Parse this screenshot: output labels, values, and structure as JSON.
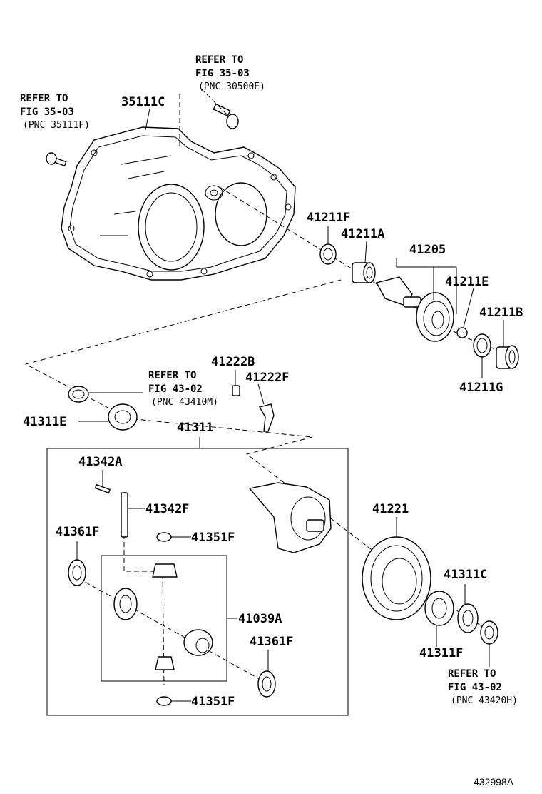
{
  "labels": {
    "p35111C": "35111C",
    "p41211F": "41211F",
    "p41211A": "41211A",
    "p41205": "41205",
    "p41211E": "41211E",
    "p41211B": "41211B",
    "p41211G": "41211G",
    "p41222B": "41222B",
    "p41222F": "41222F",
    "p41311E": "41311E",
    "p41311": "41311",
    "p41342A": "41342A",
    "p41342F": "41342F",
    "p41361F_a": "41361F",
    "p41351F_a": "41351F",
    "p41039A": "41039A",
    "p41361F_b": "41361F",
    "p41351F_b": "41351F",
    "p41221": "41221",
    "p41311C": "41311C",
    "p41311F": "41311F"
  },
  "refs": {
    "ref1": {
      "l1": "REFER TO",
      "l2": "FIG 35-03",
      "l3": "(PNC 30500E)"
    },
    "ref2": {
      "l1": "REFER TO",
      "l2": "FIG 35-03",
      "l3": "(PNC 35111F)"
    },
    "ref3": {
      "l1": "REFER TO",
      "l2": "FIG 43-02",
      "l3": "(PNC 43410M)"
    },
    "ref4": {
      "l1": "REFER TO",
      "l2": "FIG 43-02",
      "l3": "(PNC 43420H)"
    }
  },
  "figure_id": "432998A"
}
